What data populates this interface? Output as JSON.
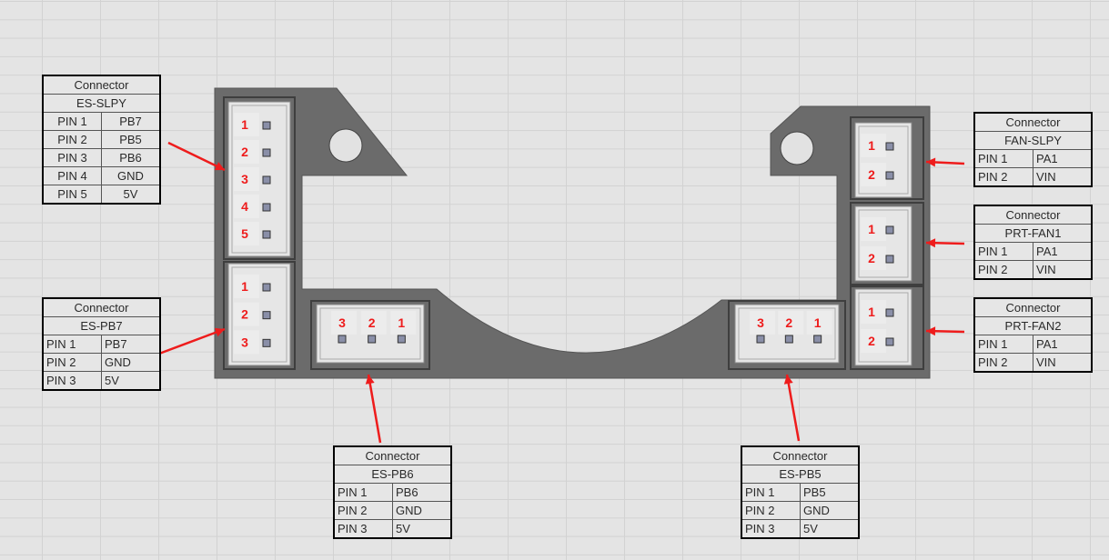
{
  "header_label": "Connector",
  "colors": {
    "arrow": "#ee1c1c",
    "board": "#6b6b6b",
    "pin_label": "#ee1c1c"
  },
  "connectors": [
    {
      "name": "ES-SLPY",
      "pins": [
        [
          "PIN 1",
          "PB7"
        ],
        [
          "PIN 2",
          "PB5"
        ],
        [
          "PIN 3",
          "PB6"
        ],
        [
          "PIN 4",
          "GND"
        ],
        [
          "PIN 5",
          "5V"
        ]
      ]
    },
    {
      "name": "ES-PB7",
      "pins": [
        [
          "PIN 1",
          "PB7"
        ],
        [
          "PIN 2",
          "GND"
        ],
        [
          "PIN 3",
          "5V"
        ]
      ]
    },
    {
      "name": "ES-PB6",
      "pins": [
        [
          "PIN 1",
          "PB6"
        ],
        [
          "PIN 2",
          "GND"
        ],
        [
          "PIN 3",
          "5V"
        ]
      ]
    },
    {
      "name": "ES-PB5",
      "pins": [
        [
          "PIN 1",
          "PB5"
        ],
        [
          "PIN 2",
          "GND"
        ],
        [
          "PIN 3",
          "5V"
        ]
      ]
    },
    {
      "name": "FAN-SLPY",
      "pins": [
        [
          "PIN 1",
          "PA1"
        ],
        [
          "PIN 2",
          "VIN"
        ]
      ]
    },
    {
      "name": "PRT-FAN1",
      "pins": [
        [
          "PIN 1",
          "PA1"
        ],
        [
          "PIN 2",
          "VIN"
        ]
      ]
    },
    {
      "name": "PRT-FAN2",
      "pins": [
        [
          "PIN 1",
          "PA1"
        ],
        [
          "PIN 2",
          "VIN"
        ]
      ]
    }
  ],
  "board_pins": {
    "es_slpy": [
      "1",
      "2",
      "3",
      "4",
      "5"
    ],
    "es_pb7": [
      "1",
      "2",
      "3"
    ],
    "es_pb6": [
      "3",
      "2",
      "1"
    ],
    "es_pb5": [
      "3",
      "2",
      "1"
    ],
    "fan": [
      "1",
      "2"
    ]
  }
}
